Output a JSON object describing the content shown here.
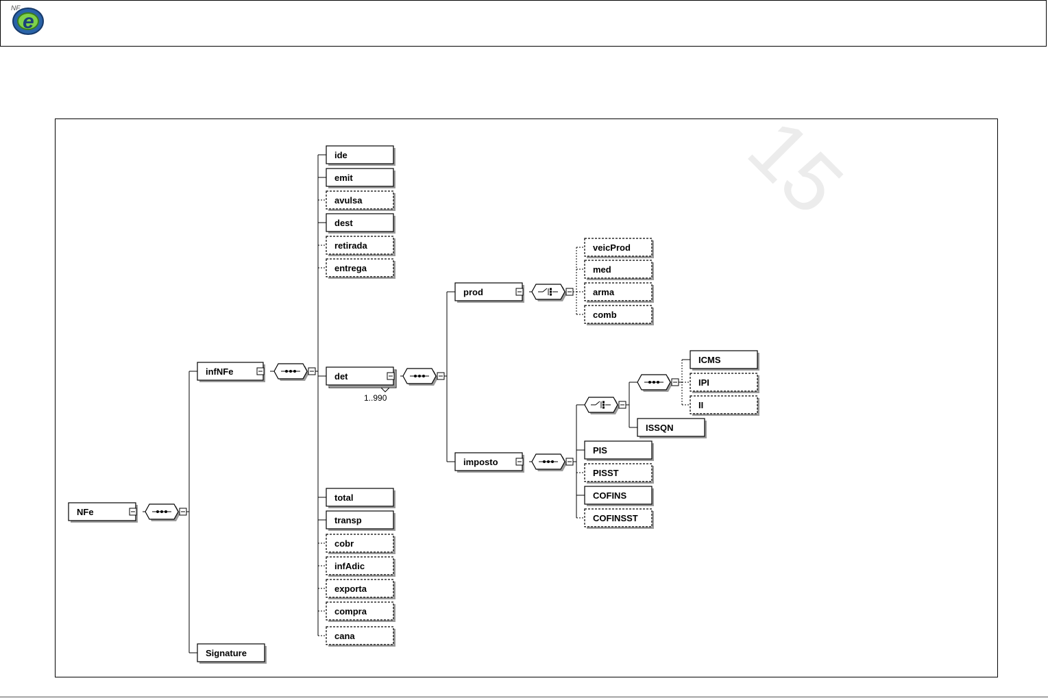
{
  "header": {
    "logo_icon": "nfe-logo-icon"
  },
  "diagram": {
    "root": "NFe",
    "nodes": {
      "NFe": "NFe",
      "infNFe": "infNFe",
      "Signature": "Signature",
      "ide": "ide",
      "emit": "emit",
      "avulsa": "avulsa",
      "dest": "dest",
      "retirada": "retirada",
      "entrega": "entrega",
      "det": "det",
      "total": "total",
      "transp": "transp",
      "cobr": "cobr",
      "infAdic": "infAdic",
      "exporta": "exporta",
      "compra": "compra",
      "cana": "cana",
      "prod": "prod",
      "imposto": "imposto",
      "veicProd": "veicProd",
      "med": "med",
      "arma": "arma",
      "comb": "comb",
      "ICMS": "ICMS",
      "IPI": "IPI",
      "II": "II",
      "ISSQN": "ISSQN",
      "PIS": "PIS",
      "PISST": "PISST",
      "COFINS": "COFINS",
      "COFINSST": "COFINSST"
    },
    "det_occurrence": "1..990",
    "watermark": "15",
    "compositors": {
      "sequence_icon": "sequence-compositor-icon",
      "choice_icon": "choice-compositor-icon"
    }
  }
}
